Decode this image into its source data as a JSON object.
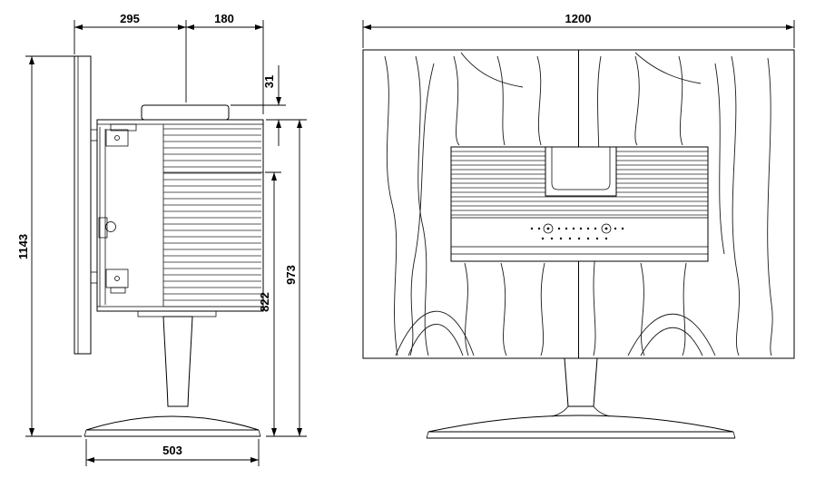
{
  "drawing": {
    "type": "technical-dimension-drawing",
    "views": {
      "left": "side-view-stove",
      "right": "rear-view-heat-shield"
    },
    "dimensions": {
      "back_to_flue": "295",
      "flue_to_front": "180",
      "top_clearance": "31",
      "total_height": "1143",
      "height_to_top": "973",
      "height_to_connector": "822",
      "base_width": "503",
      "shield_width": "1200"
    }
  }
}
